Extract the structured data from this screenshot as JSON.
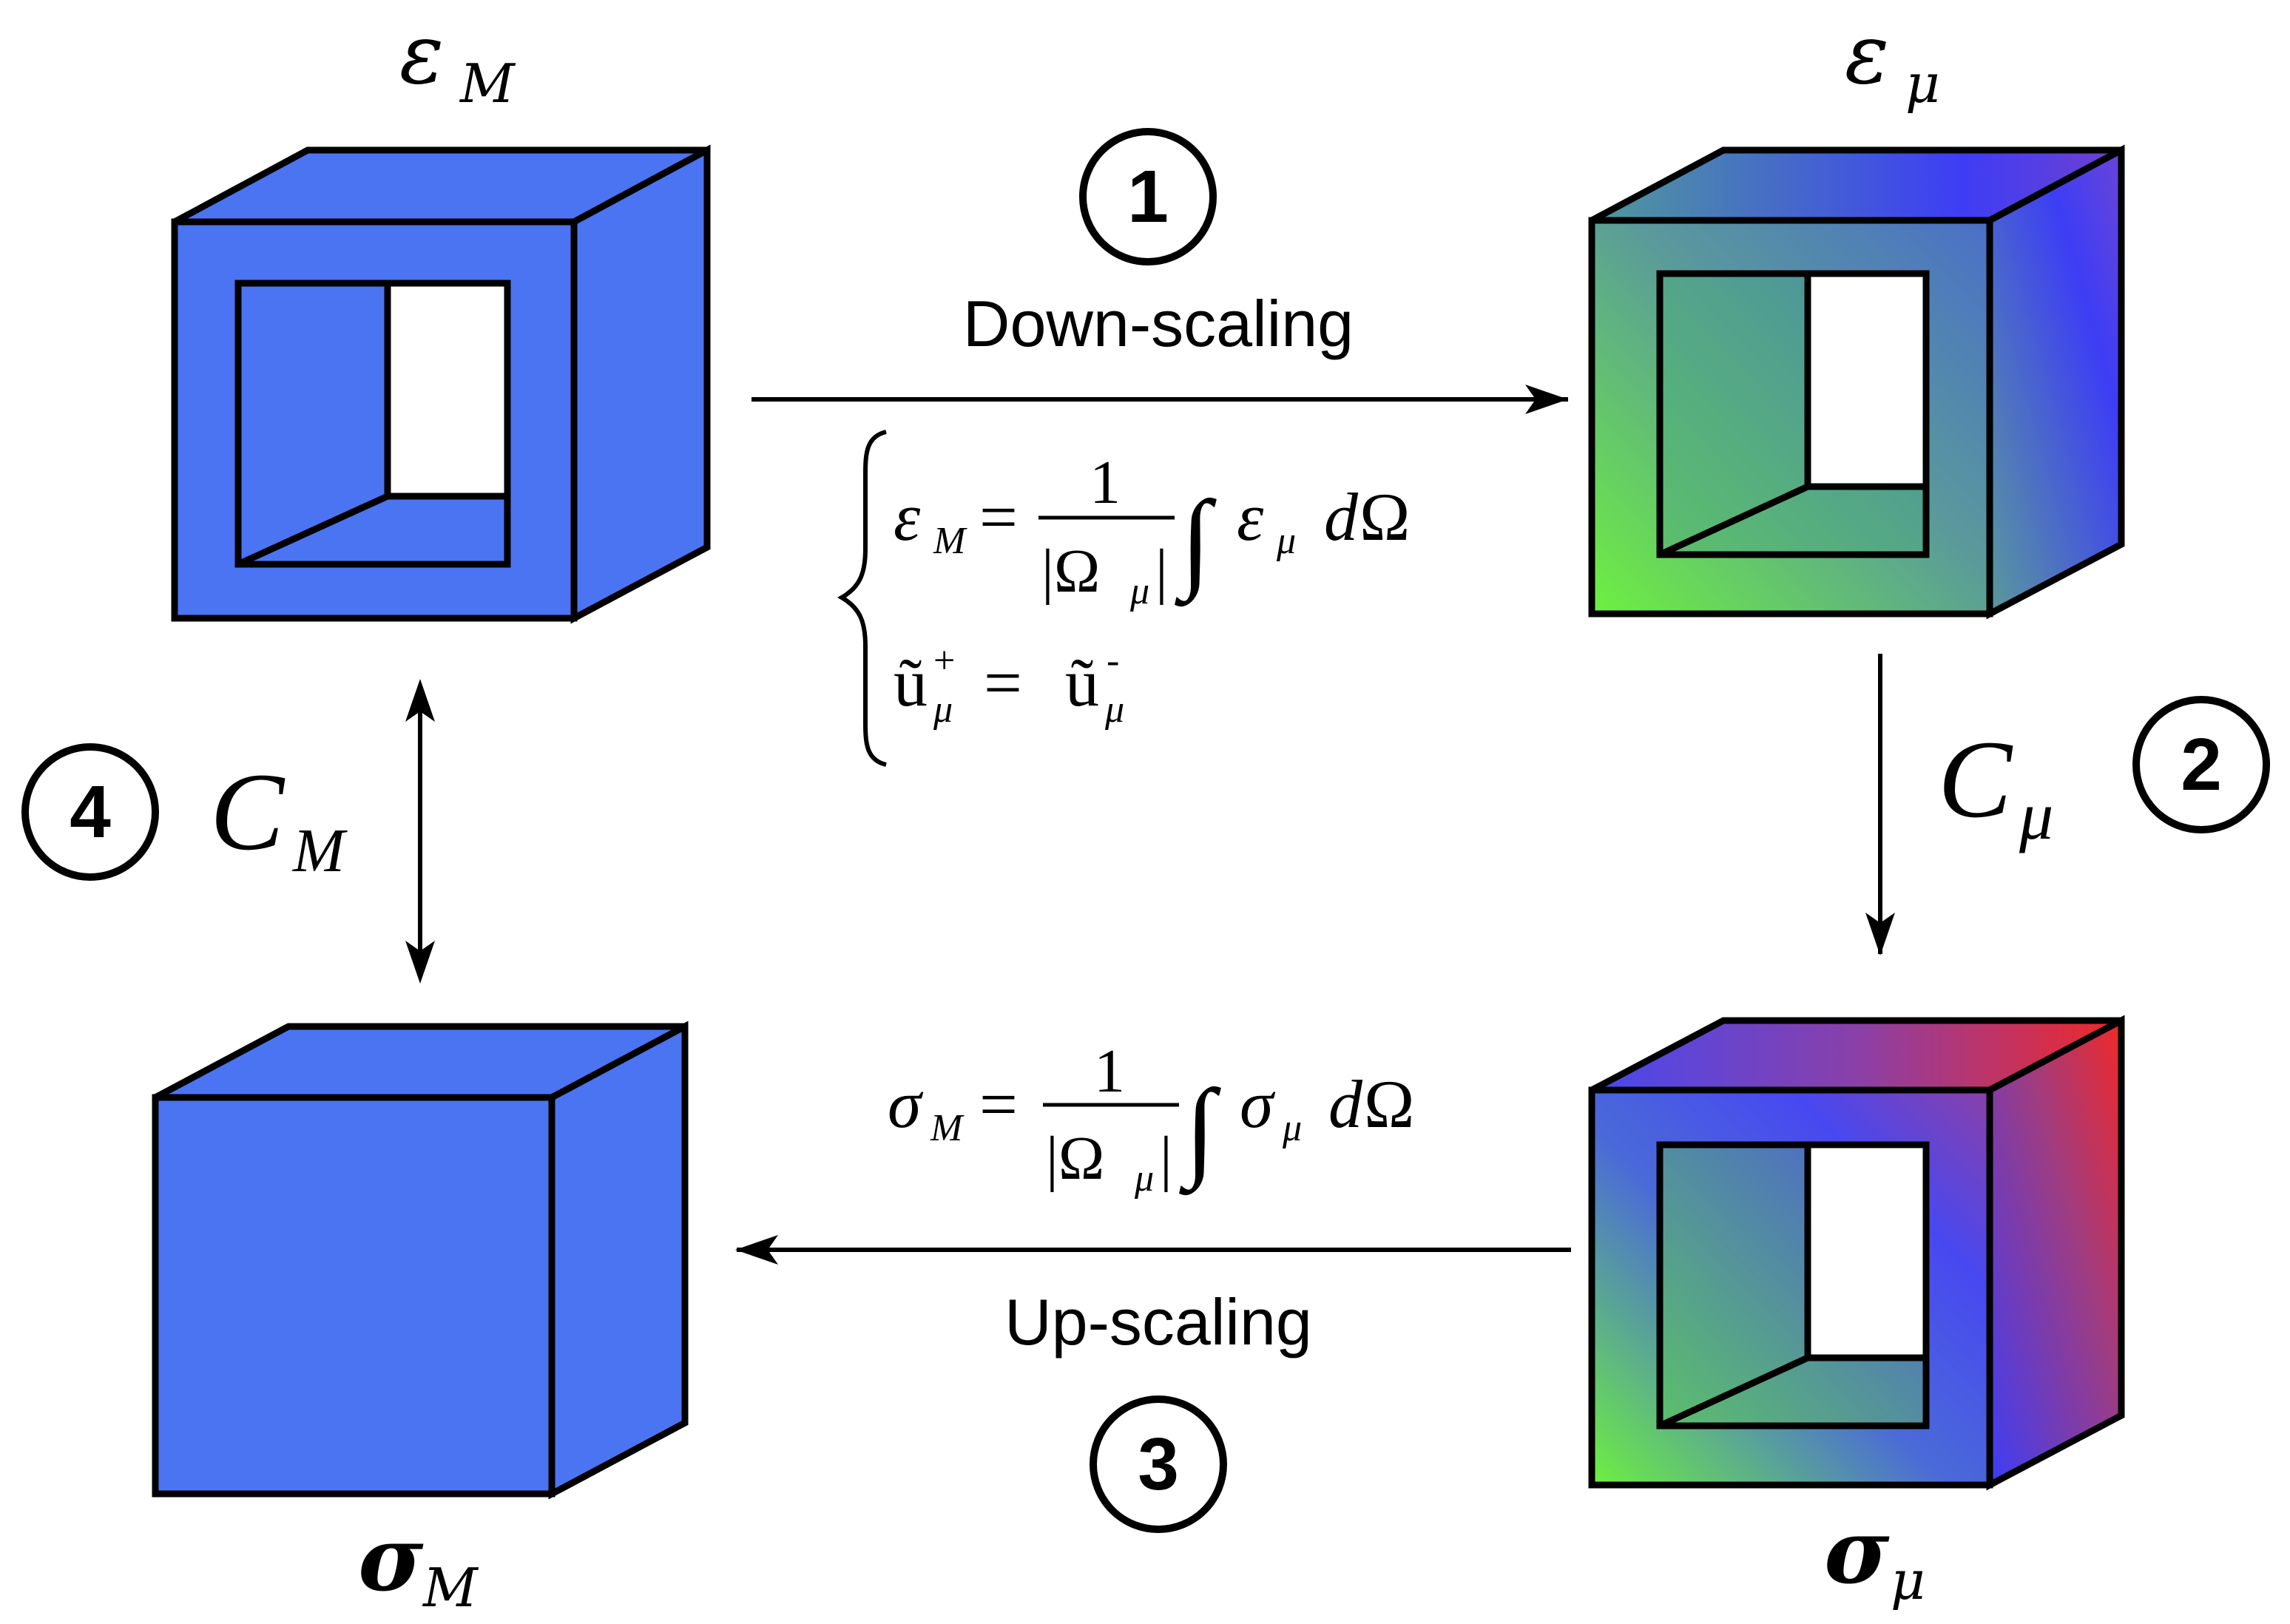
{
  "colors": {
    "macro_blue": "#4b74f3",
    "gradient_green": "#6ef040",
    "gradient_blue": "#3d3df5",
    "gradient_red": "#f02828",
    "gradient_teal": "#5a9a9a",
    "line": "#000000",
    "hole": "#ffffff"
  },
  "cubes": {
    "macro_strain": {
      "symbol": "ε",
      "subscript": "M"
    },
    "micro_strain": {
      "symbol": "ε",
      "subscript": "μ"
    },
    "macro_stress": {
      "symbol": "σ",
      "subscript": "M"
    },
    "micro_stress": {
      "symbol": "σ",
      "subscript": "μ"
    }
  },
  "steps": [
    {
      "number": "1",
      "label": "Down-scaling"
    },
    {
      "number": "2",
      "operator": "C",
      "operator_subscript": "μ"
    },
    {
      "number": "3",
      "label": "Up-scaling"
    },
    {
      "number": "4",
      "operator": "C",
      "operator_subscript": "M"
    }
  ],
  "equations": {
    "downscale_line1": {
      "lhs": "ε",
      "lhs_sub": "M",
      "equals": "=",
      "numerator": "1",
      "denominator": "|Ω",
      "denominator_sub": "μ",
      "denominator_close": "|",
      "integral": "∫",
      "integrand": "ε",
      "integrand_sub": "μ",
      "differential": "d",
      "domain": "Ω"
    },
    "downscale_line2": {
      "lhs": "ũ",
      "lhs_sub": "μ",
      "lhs_sup": "+",
      "equals": "=",
      "rhs": "ũ",
      "rhs_sub": "μ",
      "rhs_sup": "-"
    },
    "upscale": {
      "lhs": "σ",
      "lhs_sub": "M",
      "equals": "=",
      "numerator": "1",
      "denominator": "|Ω",
      "denominator_sub": "μ",
      "denominator_close": "|",
      "integral": "∫",
      "integrand": "σ",
      "integrand_sub": "μ",
      "differential": "d",
      "domain": "Ω"
    }
  }
}
